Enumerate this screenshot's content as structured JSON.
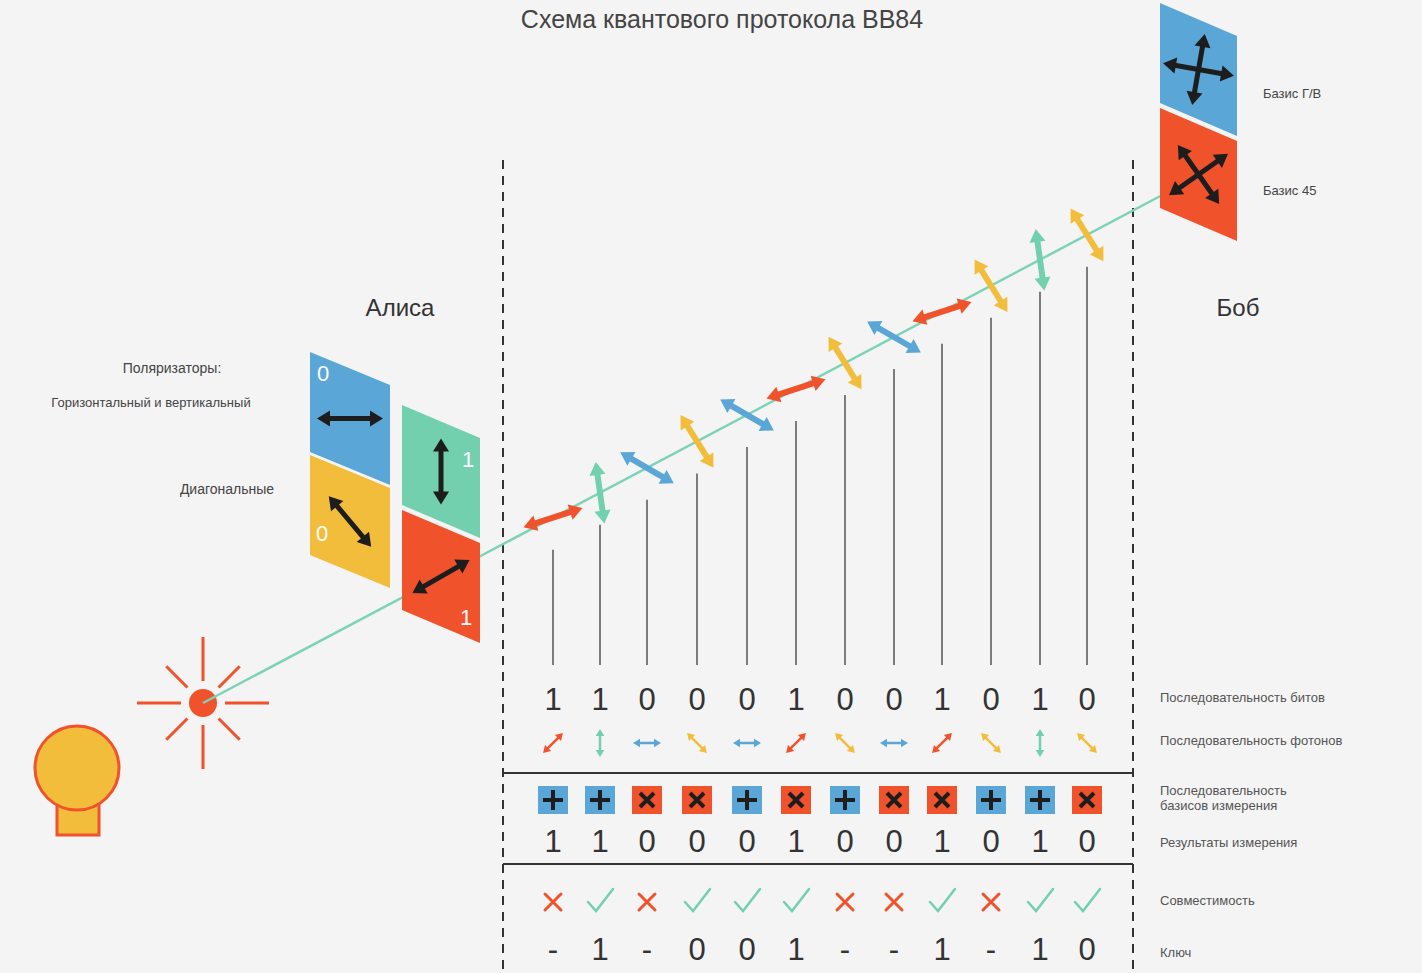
{
  "diagram": {
    "title": "Схема квантового протокола BB84",
    "nodes": [
      {
        "text": [
          "0"
        ]
      },
      {
        "text": [
          "1"
        ]
      },
      {
        "text": [
          "0"
        ]
      },
      {
        "text": [
          "1"
        ]
      },
      {
        "text": [
          "Базис Г/В"
        ]
      },
      {
        "text": [
          "Базис 45"
        ]
      }
    ],
    "labels": [
      "Алиса",
      "Боб",
      "Поляризаторы:",
      "Горизонтальный и вертикальный",
      "Диагональные",
      "1",
      "1",
      "0",
      "0",
      "0",
      "1",
      "0",
      "0",
      "1",
      "0",
      "1",
      "0",
      "Последовательность битов",
      "Последовательность фотонов",
      "1",
      "1",
      "0",
      "0",
      "0",
      "1",
      "0",
      "0",
      "1",
      "0",
      "1",
      "0",
      "Последовательность базисов измерения",
      "Результаты измерения",
      "Совместимость",
      "-",
      "1",
      "-",
      "0",
      "0",
      "1",
      "-",
      "-",
      "1",
      "-",
      "1",
      "0",
      "Ключ"
    ]
  }
}
